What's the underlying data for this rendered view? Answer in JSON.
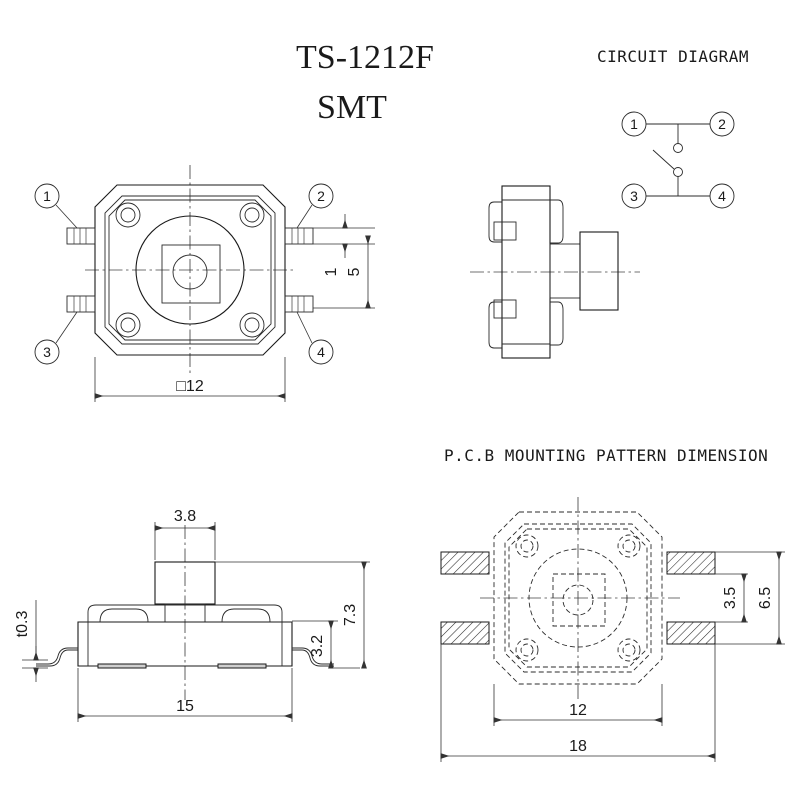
{
  "document": {
    "title_main": "TS-1212F",
    "title_sub": "SMT",
    "section_circuit": "CIRCUIT DIAGRAM",
    "section_pcb": "P.C.B MOUNTING PATTERN DIMENSION",
    "line_color": "#1a1a1a",
    "background": "#ffffff"
  },
  "top_view": {
    "name": "top-view",
    "pins": [
      "1",
      "2",
      "3",
      "4"
    ],
    "dimensions": {
      "width_across": "□12",
      "lead_thickness": "1",
      "lead_pitch": "5"
    }
  },
  "side_view": {
    "name": "side-view",
    "dimensions": {}
  },
  "circuit_diagram": {
    "terminals": [
      "1",
      "2",
      "3",
      "4"
    ],
    "contacts": 2
  },
  "front_view": {
    "name": "front-view",
    "dimensions": {
      "actuator_width": "3.8",
      "total_height": "7.3",
      "body_height": "3.2",
      "lead_thickness": "t0.3",
      "total_width": "15"
    }
  },
  "pcb_pattern": {
    "name": "pcb-mounting-pattern",
    "dimensions": {
      "body_width": "12",
      "pad_span": "18",
      "pad_gap": "3.5",
      "pad_pitch": "6.5"
    },
    "pad_count": 4
  }
}
